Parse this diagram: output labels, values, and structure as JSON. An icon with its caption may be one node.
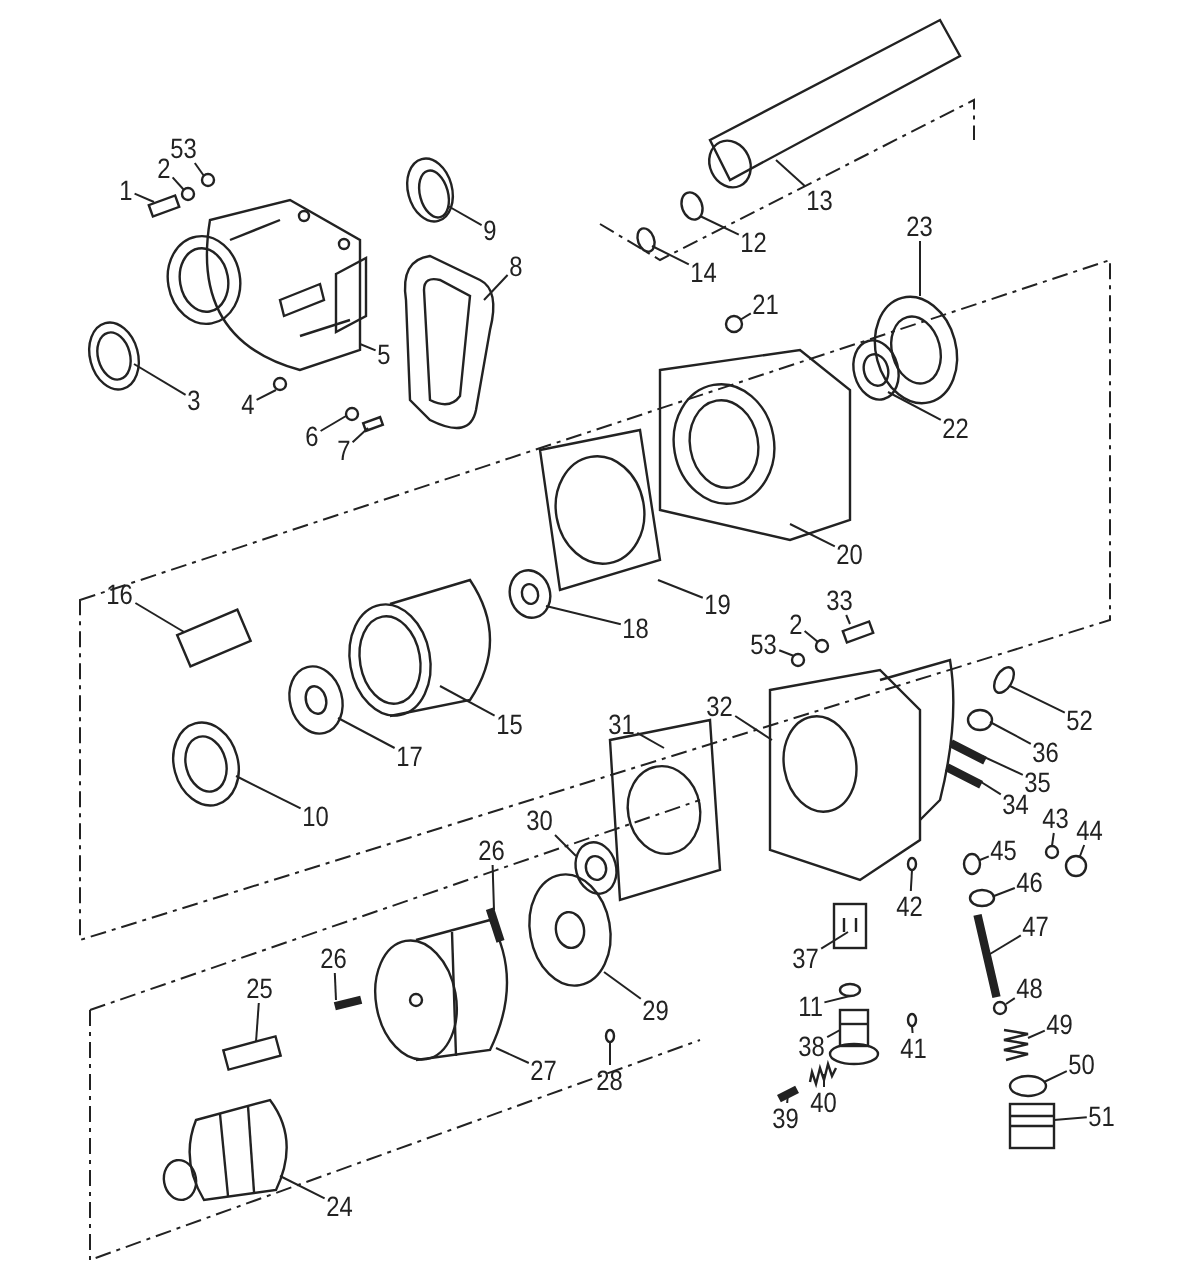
{
  "diagram": {
    "nodes": [
      {
        "text": [
          "1"
        ]
      },
      {
        "text": [
          "2"
        ]
      },
      {
        "text": [
          "53"
        ]
      },
      {
        "text": [
          "3"
        ]
      },
      {
        "text": [
          "4"
        ]
      },
      {
        "text": [
          "5"
        ]
      },
      {
        "text": [
          "6"
        ]
      },
      {
        "text": [
          "7"
        ]
      },
      {
        "text": [
          "8"
        ]
      },
      {
        "text": [
          "9"
        ]
      },
      {
        "text": [
          "13"
        ]
      },
      {
        "text": [
          "12"
        ]
      },
      {
        "text": [
          "14"
        ]
      },
      {
        "text": [
          "21"
        ]
      },
      {
        "text": [
          "23"
        ]
      },
      {
        "text": [
          "22"
        ]
      },
      {
        "text": [
          "20"
        ]
      },
      {
        "text": [
          "19"
        ]
      },
      {
        "text": [
          "18"
        ]
      },
      {
        "text": [
          "15"
        ]
      },
      {
        "text": [
          "16"
        ]
      },
      {
        "text": [
          "17"
        ]
      },
      {
        "text": [
          "10"
        ]
      },
      {
        "text": [
          "53"
        ]
      },
      {
        "text": [
          "2"
        ]
      },
      {
        "text": [
          "33"
        ]
      },
      {
        "text": [
          "52"
        ]
      },
      {
        "text": [
          "32"
        ]
      },
      {
        "text": [
          "36"
        ]
      },
      {
        "text": [
          "35"
        ]
      },
      {
        "text": [
          "34"
        ]
      },
      {
        "text": [
          "43"
        ]
      },
      {
        "text": [
          "44"
        ]
      },
      {
        "text": [
          "45"
        ]
      },
      {
        "text": [
          "46"
        ]
      },
      {
        "text": [
          "42"
        ]
      },
      {
        "text": [
          "37"
        ]
      },
      {
        "text": [
          "47"
        ]
      },
      {
        "text": [
          "11"
        ]
      },
      {
        "text": [
          "48"
        ]
      },
      {
        "text": [
          "38"
        ]
      },
      {
        "text": [
          "41"
        ]
      },
      {
        "text": [
          "49"
        ]
      },
      {
        "text": [
          "50"
        ]
      },
      {
        "text": [
          "51"
        ]
      },
      {
        "text": [
          "40"
        ]
      },
      {
        "text": [
          "39"
        ]
      },
      {
        "text": [
          "31"
        ]
      },
      {
        "text": [
          "30"
        ]
      },
      {
        "text": [
          "29"
        ]
      },
      {
        "text": [
          "28"
        ]
      },
      {
        "text": [
          "26"
        ]
      },
      {
        "text": [
          "26"
        ]
      },
      {
        "text": [
          "27"
        ]
      },
      {
        "text": [
          "25"
        ]
      },
      {
        "text": [
          "24"
        ]
      },
      {
        "text": [],
        "shape": "box"
      },
      {
        "text": [],
        "shape": "circle"
      },
      {
        "text": [],
        "shape": "circle"
      },
      {
        "text": [],
        "shape": "picture"
      },
      {
        "text": [],
        "shape": "circle"
      },
      {
        "text": [],
        "shape": "picture"
      },
      {
        "text": [],
        "shape": "circle"
      },
      {
        "text": [],
        "shape": "box"
      },
      {
        "text": [],
        "shape": "picture"
      },
      {
        "text": [],
        "shape": "picture"
      },
      {
        "text": [],
        "shape": "picture"
      },
      {
        "text": [],
        "shape": "circle"
      },
      {
        "text": [],
        "shape": "circle"
      },
      {
        "text": [],
        "shape": "circle"
      },
      {
        "text": [],
        "shape": "picture"
      },
      {
        "text": [],
        "shape": "picture"
      },
      {
        "text": [],
        "shape": "picture"
      },
      {
        "text": [],
        "shape": "picture"
      },
      {
        "text": [],
        "shape": "picture"
      },
      {
        "text": [],
        "shape": "picture"
      },
      {
        "text": [],
        "shape": "box"
      },
      {
        "text": [],
        "shape": "picture"
      },
      {
        "text": [],
        "shape": "picture"
      },
      {
        "text": [],
        "shape": "circle"
      },
      {
        "text": [],
        "shape": "circle"
      },
      {
        "text": [],
        "shape": "box"
      },
      {
        "text": [],
        "shape": "circle"
      },
      {
        "text": [],
        "shape": "picture"
      },
      {
        "text": [],
        "shape": "circle"
      },
      {
        "text": [],
        "shape": "bar"
      },
      {
        "text": [],
        "shape": "bar"
      },
      {
        "text": [],
        "shape": "circle"
      },
      {
        "text": [],
        "shape": "circle"
      },
      {
        "text": [],
        "shape": "circle"
      },
      {
        "text": [],
        "shape": "circle"
      },
      {
        "text": [],
        "shape": "circle"
      },
      {
        "text": [],
        "shape": "picture"
      },
      {
        "text": [],
        "shape": "bar"
      },
      {
        "text": [],
        "shape": "circle"
      },
      {
        "text": [],
        "shape": "circle"
      },
      {
        "text": [],
        "shape": "picture"
      },
      {
        "text": [],
        "shape": "circle"
      },
      {
        "text": [],
        "shape": "picture"
      },
      {
        "text": [],
        "shape": "circle"
      },
      {
        "text": [],
        "shape": "picture"
      },
      {
        "text": [],
        "shape": "picture"
      },
      {
        "text": [],
        "shape": "bar"
      },
      {
        "text": [],
        "shape": "picture"
      },
      {
        "text": [],
        "shape": "picture"
      },
      {
        "text": [],
        "shape": "picture"
      },
      {
        "text": [],
        "shape": "circle"
      },
      {
        "text": [],
        "shape": "bar"
      },
      {
        "text": [],
        "shape": "bar"
      },
      {
        "text": [],
        "shape": "picture"
      },
      {
        "text": [],
        "shape": "box"
      },
      {
        "text": [],
        "shape": "picture"
      }
    ],
    "edges": [
      {
        "from": 0,
        "to": 56,
        "arrow": "none"
      },
      {
        "from": 1,
        "to": 57,
        "arrow": "none"
      },
      {
        "from": 2,
        "to": 58,
        "arrow": "none"
      },
      {
        "from": 3,
        "to": 59,
        "arrow": "none"
      },
      {
        "from": 4,
        "to": 60,
        "arrow": "none"
      },
      {
        "from": 5,
        "to": 61,
        "arrow": "none"
      },
      {
        "from": 6,
        "to": 62,
        "arrow": "none"
      },
      {
        "from": 7,
        "to": 63,
        "arrow": "none"
      },
      {
        "from": 8,
        "to": 64,
        "arrow": "none"
      },
      {
        "from": 9,
        "to": 65,
        "arrow": "none"
      },
      {
        "from": 10,
        "to": 66,
        "arrow": "none"
      },
      {
        "from": 11,
        "to": 67,
        "arrow": "none"
      },
      {
        "from": 12,
        "to": 68,
        "arrow": "none"
      },
      {
        "from": 13,
        "to": 69,
        "arrow": "none"
      },
      {
        "from": 14,
        "to": 70,
        "arrow": "none"
      },
      {
        "from": 15,
        "to": 71,
        "arrow": "none"
      },
      {
        "from": 16,
        "to": 72,
        "arrow": "none"
      },
      {
        "from": 17,
        "to": 73,
        "arrow": "none"
      },
      {
        "from": 18,
        "to": 74,
        "arrow": "none"
      },
      {
        "from": 19,
        "to": 75,
        "arrow": "none"
      },
      {
        "from": 20,
        "to": 76,
        "arrow": "none"
      },
      {
        "from": 21,
        "to": 77,
        "arrow": "none"
      },
      {
        "from": 22,
        "to": 78,
        "arrow": "none"
      },
      {
        "from": 23,
        "to": 79,
        "arrow": "none"
      },
      {
        "from": 24,
        "to": 80,
        "arrow": "none"
      },
      {
        "from": 25,
        "to": 81,
        "arrow": "none"
      },
      {
        "from": 26,
        "to": 82,
        "arrow": "none"
      },
      {
        "from": 27,
        "to": 83,
        "arrow": "none"
      },
      {
        "from": 28,
        "to": 84,
        "arrow": "none"
      },
      {
        "from": 29,
        "to": 85,
        "arrow": "none"
      },
      {
        "from": 30,
        "to": 86,
        "arrow": "none"
      },
      {
        "from": 31,
        "to": 87,
        "arrow": "none"
      },
      {
        "from": 32,
        "to": 88,
        "arrow": "none"
      },
      {
        "from": 33,
        "to": 89,
        "arrow": "none"
      },
      {
        "from": 34,
        "to": 90,
        "arrow": "none"
      },
      {
        "from": 35,
        "to": 91,
        "arrow": "none"
      },
      {
        "from": 36,
        "to": 92,
        "arrow": "none"
      },
      {
        "from": 37,
        "to": 93,
        "arrow": "none"
      },
      {
        "from": 38,
        "to": 94,
        "arrow": "none"
      },
      {
        "from": 39,
        "to": 95,
        "arrow": "none"
      },
      {
        "from": 40,
        "to": 96,
        "arrow": "none"
      },
      {
        "from": 41,
        "to": 97,
        "arrow": "none"
      },
      {
        "from": 42,
        "to": 98,
        "arrow": "none"
      },
      {
        "from": 43,
        "to": 99,
        "arrow": "none"
      },
      {
        "from": 44,
        "to": 100,
        "arrow": "none"
      },
      {
        "from": 45,
        "to": 101,
        "arrow": "none"
      },
      {
        "from": 46,
        "to": 102,
        "arrow": "none"
      },
      {
        "from": 47,
        "to": 103,
        "arrow": "none"
      },
      {
        "from": 48,
        "to": 104,
        "arrow": "none"
      },
      {
        "from": 49,
        "to": 105,
        "arrow": "none"
      },
      {
        "from": 50,
        "to": 106,
        "arrow": "none"
      },
      {
        "from": 51,
        "to": 107,
        "arrow": "none"
      },
      {
        "from": 52,
        "to": 108,
        "arrow": "none"
      },
      {
        "from": 53,
        "to": 109,
        "arrow": "none"
      },
      {
        "from": 54,
        "to": 110,
        "arrow": "none"
      },
      {
        "from": 55,
        "to": 111,
        "arrow": "none"
      }
    ]
  }
}
